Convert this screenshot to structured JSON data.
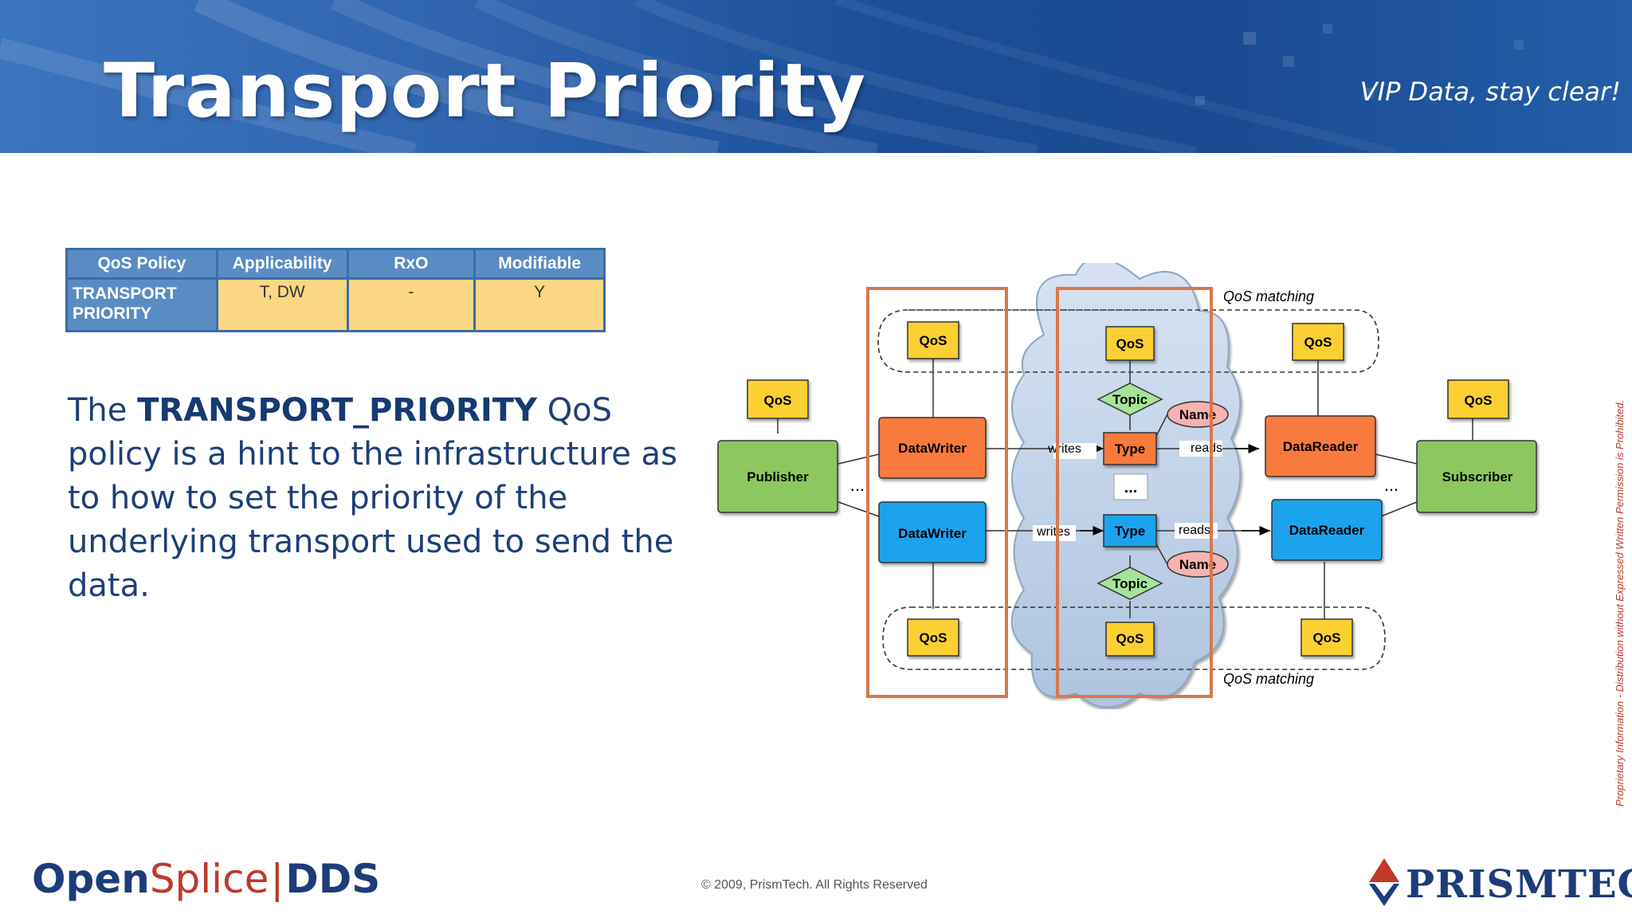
{
  "header": {
    "title": "Transport Priority",
    "tagline": "VIP Data, stay clear!"
  },
  "qos_table": {
    "columns": [
      "QoS Policy",
      "Applicability",
      "RxO",
      "Modifiable"
    ],
    "row": {
      "policy": "TRANSPORT PRIORITY",
      "applicability": "T, DW",
      "rxo": "-",
      "modifiable": "Y"
    }
  },
  "description": {
    "prefix": "The ",
    "policy_name": "TRANSPORT_PRIORITY",
    "suffix": " QoS policy is a hint to the infrastructure as to how to set the priority of the underlying transport used to send the data."
  },
  "diagram": {
    "qos_matching_top": "QoS matching",
    "qos_matching_bottom": "QoS matching",
    "publisher": "Publisher",
    "subscriber": "Subscriber",
    "datawriter_top": "DataWriter",
    "datawriter_bottom": "DataWriter",
    "datareader_top": "DataReader",
    "datareader_bottom": "DataReader",
    "qos": "QoS",
    "topic": "Topic",
    "type": "Type",
    "name": "Name",
    "writes": "writes",
    "reads": "reads",
    "ellipsis": "...",
    "colors": {
      "orange": "#f97a3c",
      "blue": "#1aa3ee",
      "green": "#8cc760",
      "yellow": "#fcd031",
      "highlight": "#d9774c"
    }
  },
  "side_note": "Proprietary Information - Distribution without Expressed Written Permission is Prohibited.",
  "footer": {
    "logo_left_a": "Open",
    "logo_left_b": "Splice",
    "logo_left_sep": "|",
    "logo_left_c": "DDS",
    "copyright": "© 2009, PrismTech. All Rights Reserved",
    "logo_right": "PRISMTECH"
  }
}
